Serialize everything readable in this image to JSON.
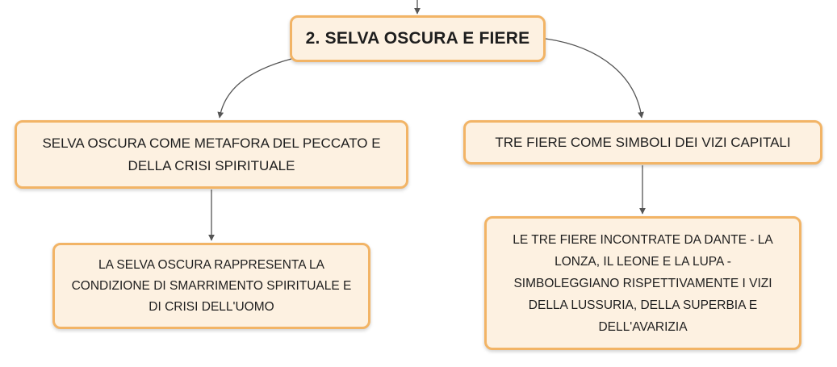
{
  "diagram": {
    "root": {
      "label": "2. SELVA OSCURA E FIERE"
    },
    "left_branch": {
      "label": "SELVA OSCURA COME METAFORA DEL PECCATO E DELLA CRISI SPIRITUALE",
      "child": {
        "label": "LA SELVA OSCURA RAPPRESENTA LA CONDIZIONE DI SMARRIMENTO SPIRITUALE E DI CRISI DELL'UOMO"
      }
    },
    "right_branch": {
      "label": "TRE FIERE COME SIMBOLI DEI VIZI CAPITALI",
      "child": {
        "label": "LE TRE FIERE INCONTRATE DA DANTE - LA LONZA, IL LEONE E LA LUPA - SIMBOLEGGIANO RISPETTIVAMENTE I VIZI DELLA LUSSURIA, DELLA SUPERBIA E DELL'AVARIZIA"
      }
    },
    "colors": {
      "node_fill": "#fdf1e1",
      "node_border": "#f2b466",
      "connector": "#555555",
      "text": "#1e1e1e"
    }
  }
}
